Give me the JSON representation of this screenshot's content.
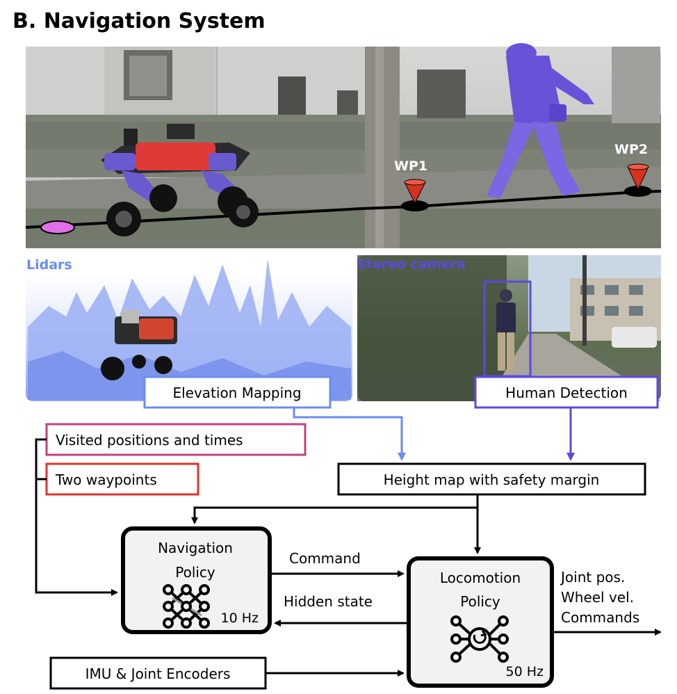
{
  "title": "B. Navigation System",
  "colors": {
    "lidar": "#6b8cf0",
    "camera": "#5a4ae0",
    "visited": "#c2407e",
    "waypoints": "#e0332b",
    "visited_marker": "#e070e8",
    "waypoint_cone": "#d8301f",
    "person": "#6a52d8",
    "robot_body": "#e03a36",
    "policy_fill": "#f2f2f2"
  },
  "top_scene": {
    "waypoints": [
      "WP1",
      "WP2"
    ]
  },
  "sensors": {
    "lidar": {
      "label": "Lidars",
      "module": "Elevation Mapping"
    },
    "camera": {
      "label": "Stereo camera",
      "module": "Human Detection"
    }
  },
  "inputs": {
    "visited": "Visited positions and times",
    "waypoints": "Two waypoints",
    "heightmap": "Height map with safety margin",
    "imu": "IMU & Joint Encoders"
  },
  "policies": {
    "navigation": {
      "line1": "Navigation",
      "line2": "Policy",
      "rate": "10 Hz"
    },
    "locomotion": {
      "line1": "Locomotion",
      "line2": "Policy",
      "rate": "50 Hz"
    }
  },
  "signals": {
    "command": "Command",
    "hidden": "Hidden state"
  },
  "outputs": [
    "Joint pos.",
    "Wheel vel.",
    "Commands"
  ]
}
